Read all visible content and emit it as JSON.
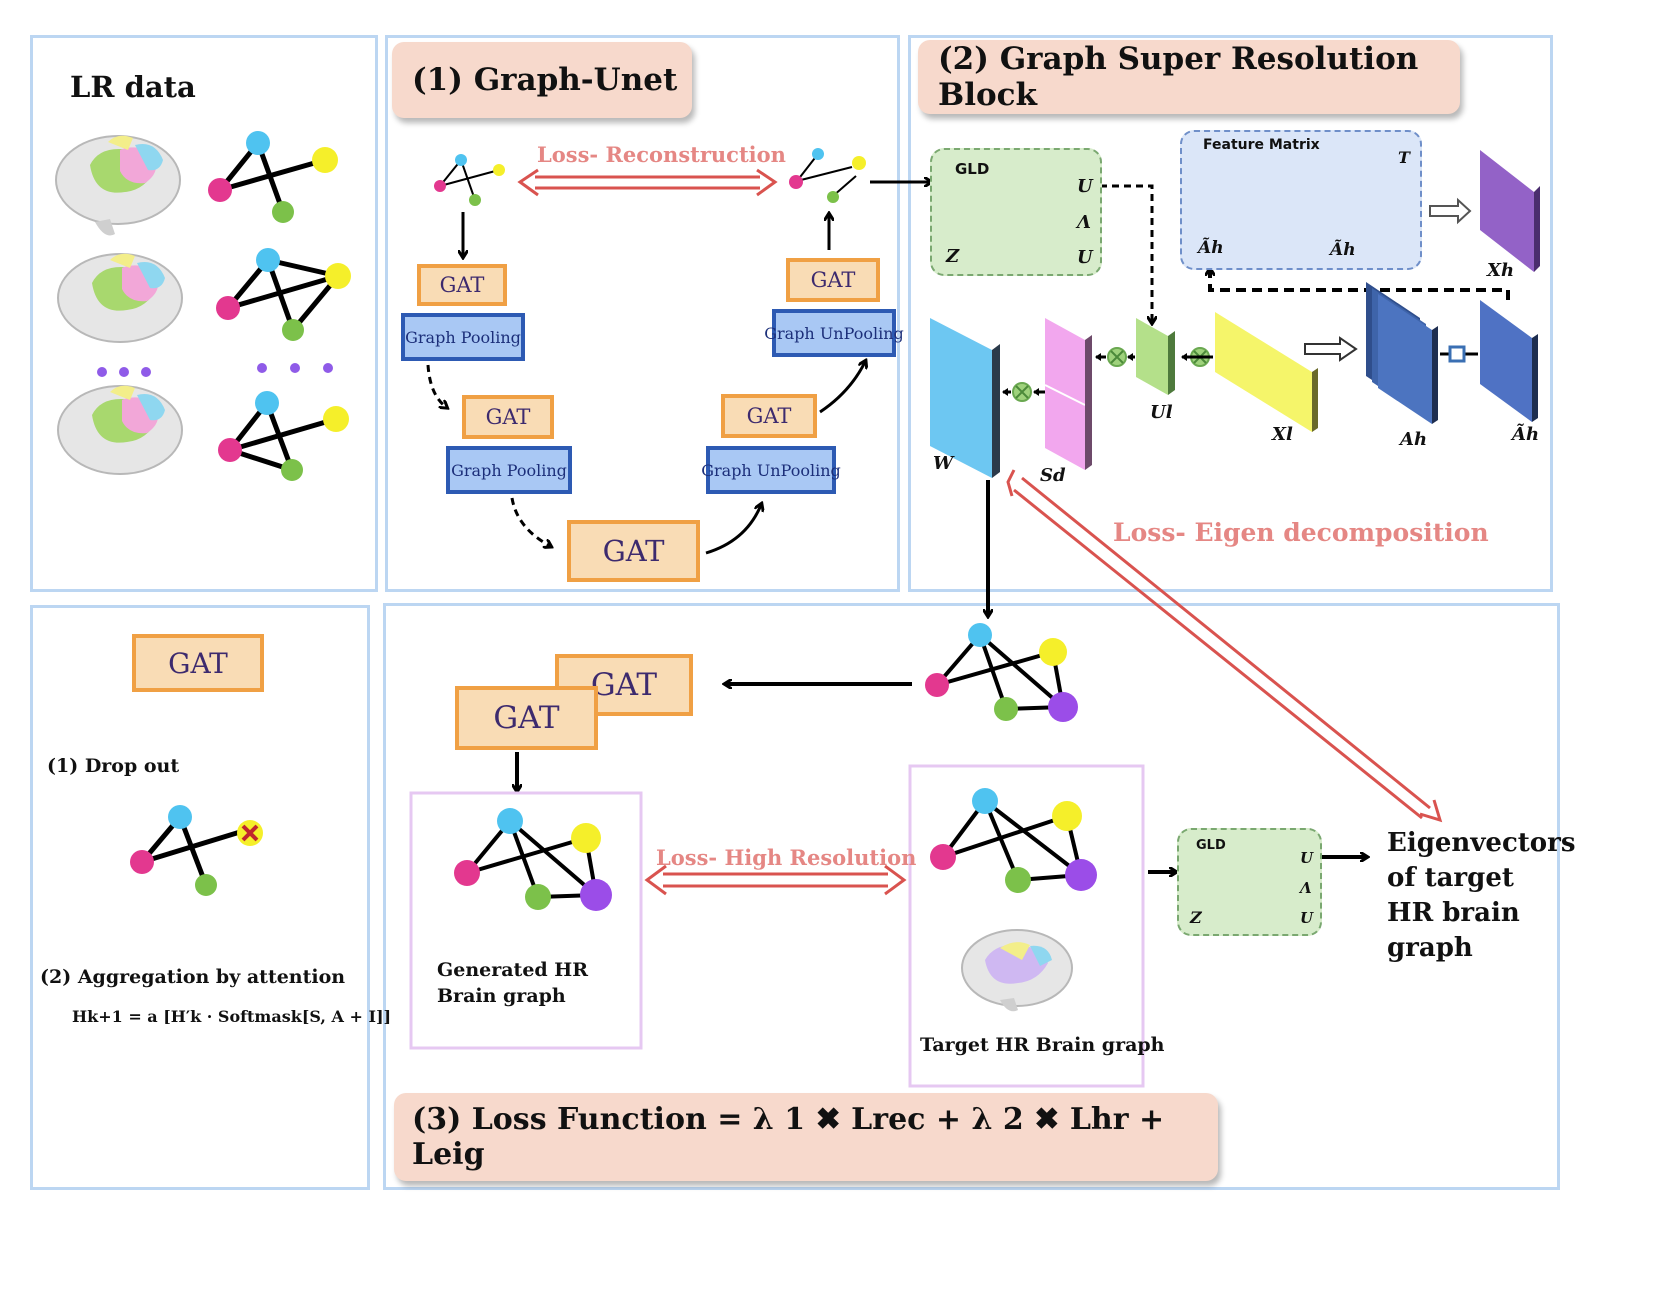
{
  "lr_panel": {
    "title": "LR data"
  },
  "unet": {
    "title": "(1) Graph-Unet",
    "loss_label": "Loss- Reconstruction",
    "gat_label": "GAT",
    "pool_label": "Graph Pooling",
    "unpool_label": "Graph UnPooling"
  },
  "gsr": {
    "title": "(2) Graph Super Resolution Block",
    "gld_label": "GLD",
    "z_label": "Z",
    "u_label": "U",
    "lambda_label": "Λ",
    "feature_matrix_label": "Feature Matrix",
    "transpose_label": "T",
    "ah_tilde": "Ãh",
    "xh": "Xh",
    "w": "W",
    "sd": "Sd",
    "ul": "Ul",
    "xl": "Xl",
    "ah": "Ah",
    "loss_label": "Loss- Eigen decomposition"
  },
  "gat_panel": {
    "gat_label": "GAT",
    "dropout": "(1) Drop out",
    "aggregation": "(2) Aggregation by attention",
    "formula": "Hk+1 = a [H′k · Softmask[S, A + I]]"
  },
  "bottom": {
    "generated_label": "Generated HR Brain graph",
    "target_label": "Target HR Brain graph",
    "loss_label": "Loss- High Resolution",
    "eigen_label": "Eigenvectors of target HR brain graph",
    "loss_function": "(3) Loss Function = λ 1 ✖ Lrec + λ 2 ✖ Lhr + Leig"
  },
  "colors": {
    "panel_border": "#bcd6f2",
    "title_bg": "#f7d9cc",
    "gat_fill": "#f9dcb5",
    "gat_border": "#f0a044",
    "pool_fill": "#a9c8f4",
    "pool_border": "#2d5ab3",
    "loss_arrow": "#d9534f",
    "node_cyan": "#4fc3f0",
    "node_yellow": "#f5ef2a",
    "node_magenta": "#e3388f",
    "node_green": "#7cc14a",
    "node_purple": "#9b4de8"
  }
}
